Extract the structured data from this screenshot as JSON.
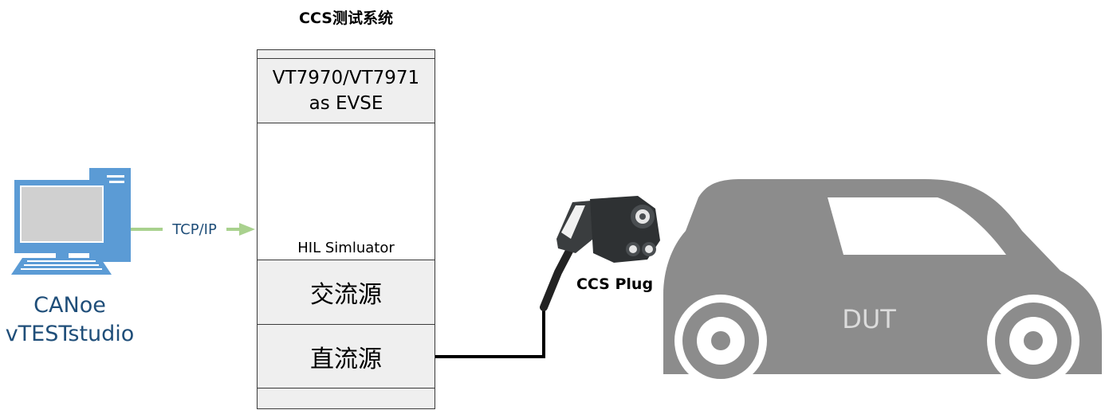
{
  "rack": {
    "title": "CCS测试系统",
    "evse_line1": "VT7970/VT7971",
    "evse_line2": "as EVSE",
    "hil_label": "HIL Simluator",
    "ac_source": "交流源",
    "dc_source": "直流源"
  },
  "pc": {
    "line1": "CANoe",
    "line2": "vTESTstudio"
  },
  "link": {
    "label": "TCP/IP"
  },
  "plug": {
    "label": "CCS Plug"
  },
  "vehicle": {
    "label": "DUT"
  },
  "colors": {
    "pc_blue": "#5b9bd5",
    "arrow_green": "#a9d18e",
    "label_blue": "#1f4e79",
    "car_gray": "#8c8c8c",
    "slot_fill": "#efefef"
  }
}
